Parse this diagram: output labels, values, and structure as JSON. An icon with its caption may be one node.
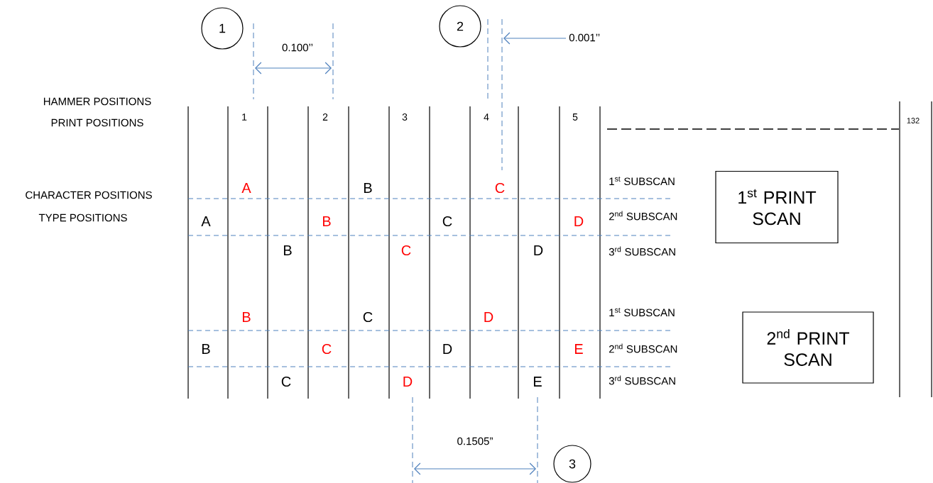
{
  "diagram": {
    "nodes": [
      {
        "text": [
          "1"
        ]
      },
      {
        "text": [
          "2"
        ]
      },
      {
        "text": [
          "1$^{st}$ PRINT SCAN"
        ]
      },
      {
        "text": [
          "2$^{nd}$ PRINT SCAN"
        ]
      },
      {
        "text": [
          "3"
        ]
      }
    ],
    "labels": [
      "0.001’’",
      "0.100’’",
      "HAMMER POSITIONS",
      "PRINT POSITIONS",
      "1",
      "2",
      "3",
      "4",
      "5",
      "132",
      "A",
      "B",
      "C",
      "1$^{st}$ SUBSCAN",
      "CHARACTER POSITIONS",
      "TYPE POSITIONS",
      "A",
      "B",
      "C",
      "D",
      "2$^{nd}$ SUBSCAN",
      "B",
      "C",
      "D",
      "3$^{rd}$ SUBSCAN",
      "B",
      "C",
      "D",
      "1$^{st}$ SUBSCAN",
      "B",
      "C",
      "D",
      "E",
      "2$^{nd}$ SUBSCAN",
      "C",
      "D",
      "E",
      "3$^{rd}$ SUBSCAN",
      "0.1505”"
    ]
  }
}
